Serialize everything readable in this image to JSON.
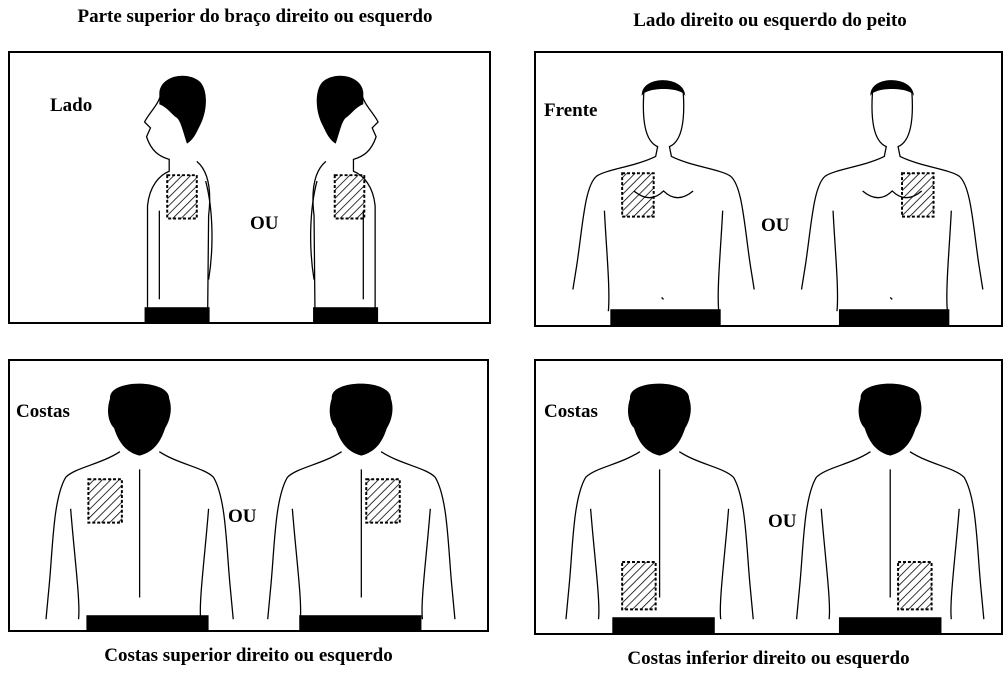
{
  "captions": {
    "top_left": "Parte superior do braço direito ou esquerdo",
    "top_right": "Lado direito ou esquerdo do peito",
    "bottom_left": "Costas superior direito ou esquerdo",
    "bottom_right": "Costas inferior direito ou esquerdo"
  },
  "panels": {
    "upper_arm": {
      "label": "Lado",
      "or": "OU"
    },
    "chest": {
      "label": "Frente",
      "or": "OU"
    },
    "upper_back": {
      "label": "Costas",
      "or": "OU"
    },
    "lower_back": {
      "label": "Costas",
      "or": "OU"
    }
  },
  "colors": {
    "ink": "#000000",
    "background": "#ffffff"
  }
}
